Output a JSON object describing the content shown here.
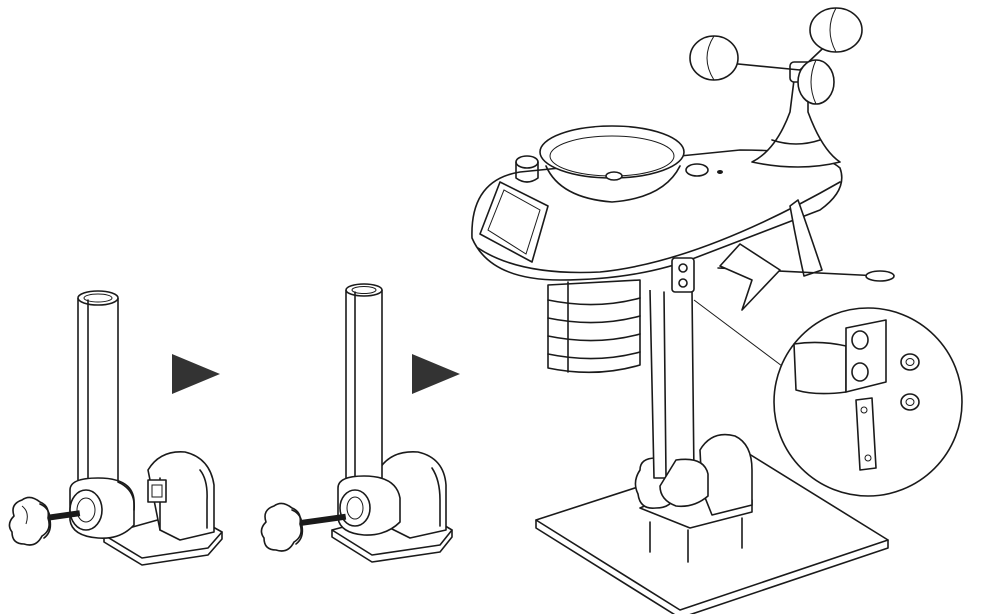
{
  "figure": {
    "kind": "assembly-instruction-illustration",
    "step_count": 3,
    "colors": {
      "line": "#1a1a1a",
      "arrow": "#333333",
      "background": "#ffffff"
    },
    "icons": [
      "knob-screw",
      "mounting-pole",
      "wall-bracket",
      "arrow-right",
      "weather-station",
      "magnifier-detail"
    ]
  }
}
